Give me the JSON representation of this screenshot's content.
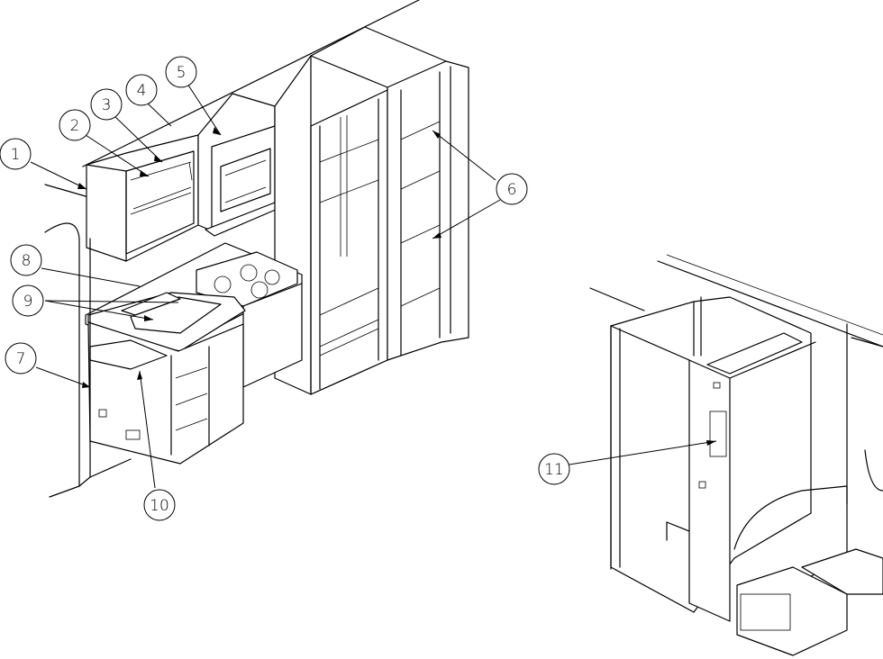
{
  "callouts": [
    {
      "id": "1",
      "label": "1"
    },
    {
      "id": "2",
      "label": "2"
    },
    {
      "id": "3",
      "label": "3"
    },
    {
      "id": "4",
      "label": "4"
    },
    {
      "id": "5",
      "label": "5"
    },
    {
      "id": "6",
      "label": "6"
    },
    {
      "id": "7",
      "label": "7"
    },
    {
      "id": "8",
      "label": "8"
    },
    {
      "id": "9",
      "label": "9"
    },
    {
      "id": "10",
      "label": "10"
    },
    {
      "id": "11",
      "label": "11"
    }
  ],
  "style": {
    "line_color": "#000000",
    "background": "#ffffff"
  }
}
